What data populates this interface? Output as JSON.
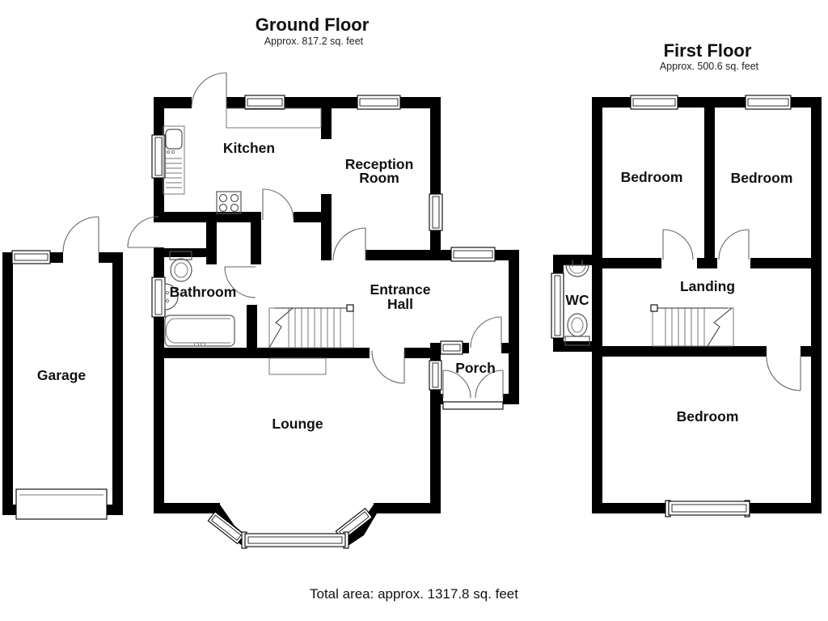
{
  "ground_floor": {
    "title": "Ground Floor",
    "area": "Approx. 817.2 sq. feet",
    "rooms": {
      "kitchen": "Kitchen",
      "reception_line1": "Reception",
      "reception_line2": "Room",
      "bathroom": "Bathroom",
      "entrance_line1": "Entrance",
      "entrance_line2": "Hall",
      "lounge": "Lounge",
      "porch": "Porch",
      "garage": "Garage"
    }
  },
  "first_floor": {
    "title": "First Floor",
    "area": "Approx. 500.6 sq. feet",
    "rooms": {
      "bedroom_left": "Bedroom",
      "bedroom_right": "Bedroom",
      "wc": "WC",
      "landing": "Landing",
      "bedroom_bottom": "Bedroom"
    }
  },
  "footer": {
    "total_area": "Total area: approx. 1317.8 sq. feet"
  },
  "colors": {
    "wall": "#000000",
    "background": "#ffffff",
    "fixture": "#555555",
    "text": "#111111"
  }
}
